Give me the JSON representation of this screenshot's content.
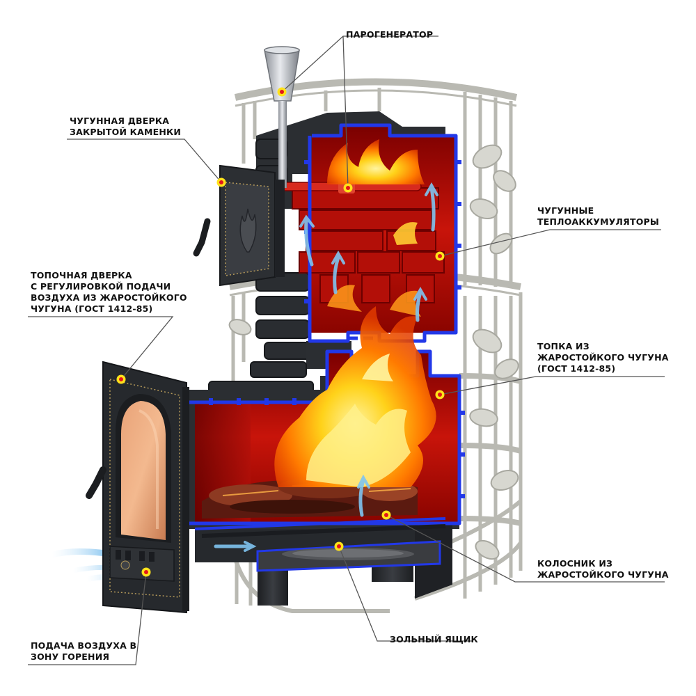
{
  "callouts": {
    "steam_generator": {
      "lines": [
        "ПАРОГЕНЕРАТОР"
      ]
    },
    "closed_heater_door": {
      "lines": [
        "ЧУГУННАЯ ДВЕРКА",
        "ЗАКРЫТОЙ КАМЕНКИ"
      ]
    },
    "heat_accumulators": {
      "lines": [
        "ЧУГУННЫЕ",
        "ТЕПЛОАККУМУЛЯТОРЫ"
      ]
    },
    "firebox_door": {
      "lines": [
        "ТОПОЧНАЯ ДВЕРКА",
        "С РЕГУЛИРОВКОЙ ПОДАЧИ",
        "ВОЗДУХА ИЗ ЖАРОСТОЙКОГО",
        "ЧУГУНА (ГОСТ 1412-85)"
      ]
    },
    "firebox": {
      "lines": [
        "ТОПКА ИЗ",
        "ЖАРОСТОЙКОГО ЧУГУНА",
        "(ГОСТ 1412-85)"
      ]
    },
    "grate": {
      "lines": [
        "КОЛОСНИК ИЗ",
        "ЖАРОСТОЙКОГО ЧУГУНА"
      ]
    },
    "air_supply": {
      "lines": [
        "ПОДАЧА ВОЗДУХА В",
        "ЗОНУ ГОРЕНИЯ"
      ]
    },
    "ash_box": {
      "lines": [
        "ЗОЛЬНЫЙ ЯЩИК"
      ]
    }
  },
  "colors": {
    "fire_red": "#c8140a",
    "flame_orange": "#ff7a00",
    "flame_yellow": "#ffd21a",
    "outline_blue": "#2238e8",
    "cast_iron": "#2f3236",
    "mesh_grey": "#b9b9b2",
    "marker_yellow": "#ffe21a",
    "marker_red": "#e3151a",
    "air_blue": "#7fc4f0"
  },
  "icons": [
    "flame-icon",
    "air-flow-arrow-icon",
    "callout-marker-icon"
  ]
}
